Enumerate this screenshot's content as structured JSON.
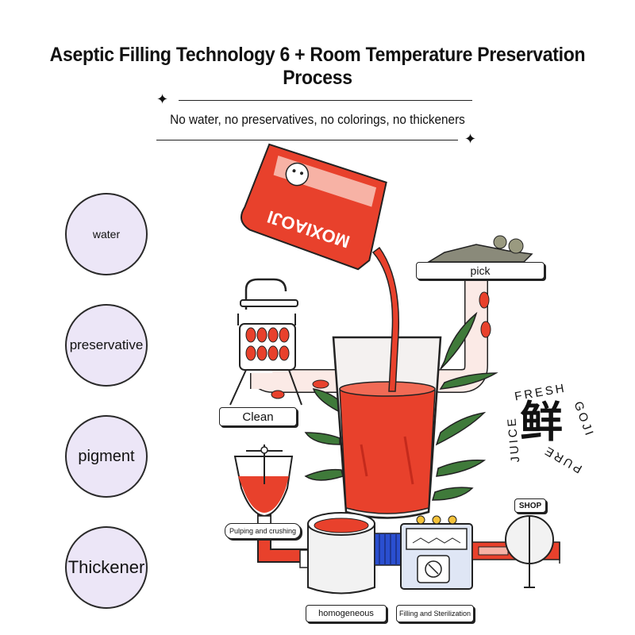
{
  "header": {
    "title": "Aseptic Filling Technology 6 + Room Temperature Preservation Process",
    "subtitle": "No water, no preservatives, no colorings, no thickeners"
  },
  "exclusions": [
    "water",
    "preservative",
    "pigment",
    "Thickener"
  ],
  "process_labels": {
    "pick": "pick",
    "clean": "Clean",
    "pulping": "Pulping and crushing",
    "homogeneous": "homogeneous",
    "filling": "Filling and Sterilization",
    "shop": "SHOP"
  },
  "badge": {
    "fresh": "FRESH",
    "goji": "GOJI",
    "pure": "PURE",
    "juice": "JUICE",
    "character": "鲜"
  },
  "pouch": {
    "brand": "MOXIAOJI"
  },
  "colors": {
    "juice": "#e8412c",
    "juice_dark": "#c42a1c",
    "circle_fill": "#ece6f7",
    "leaf": "#3f7a3a",
    "machine_blue": "#dfe6f5",
    "hose_blue": "#2a4fd0"
  }
}
